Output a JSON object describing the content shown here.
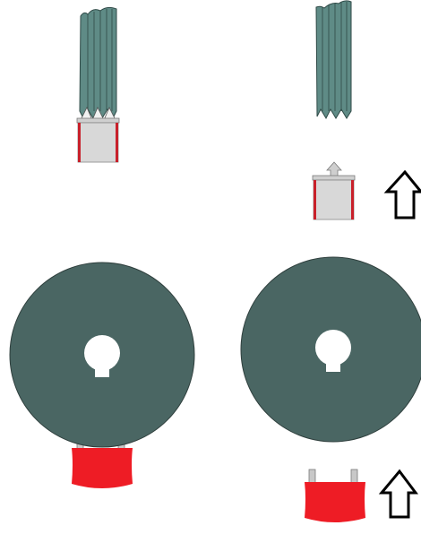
{
  "colors": {
    "background": "#ffffff",
    "blade": "#5f8b86",
    "blade_stroke": "#2f4a47",
    "disc": "#4a6663",
    "disc_stroke": "#2f3f3d",
    "holder_body": "#d8d8d8",
    "holder_stroke": "#7a7a7a",
    "holder_edge": "#c8202a",
    "cap_red": "#ee1c25",
    "pin_gray": "#c8c8c8",
    "arrow_stroke": "#000000",
    "arrow_fill": "#ffffff"
  },
  "panels": [
    {
      "id": "top-left",
      "state": "blade-inserted",
      "icon": "blade-holder-assembled"
    },
    {
      "id": "top-right",
      "state": "blade-removed",
      "icon": "blade-holder-separated",
      "arrow": "up-arrow-icon"
    },
    {
      "id": "bottom-left",
      "state": "cap-attached",
      "icon": "disc-with-cap"
    },
    {
      "id": "bottom-right",
      "state": "cap-removed",
      "icon": "disc-cap-separated",
      "arrow": "up-arrow-icon"
    }
  ]
}
